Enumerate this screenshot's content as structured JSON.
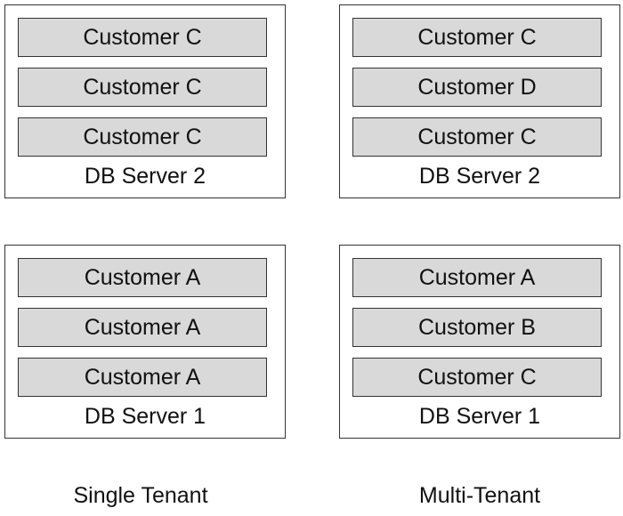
{
  "single_tenant": {
    "label": "Single Tenant",
    "server2": {
      "name": "DB Server 2",
      "customers": [
        "Customer C",
        "Customer C",
        "Customer C"
      ]
    },
    "server1": {
      "name": "DB Server 1",
      "customers": [
        "Customer A",
        "Customer A",
        "Customer A"
      ]
    }
  },
  "multi_tenant": {
    "label": "Multi-Tenant",
    "server2": {
      "name": "DB Server 2",
      "customers": [
        "Customer C",
        "Customer D",
        "Customer C"
      ]
    },
    "server1": {
      "name": "DB Server 1",
      "customers": [
        "Customer A",
        "Customer B",
        "Customer C"
      ]
    }
  }
}
